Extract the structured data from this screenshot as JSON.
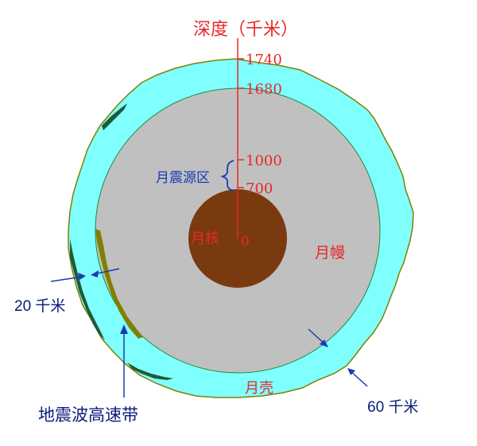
{
  "diagram": {
    "axis_title": "深度（千米）",
    "depth_ticks": [
      "1740",
      "1680",
      "1000",
      "700",
      "0"
    ],
    "labels": {
      "moonquake_source": "月震源区",
      "core": "月核",
      "mantle": "月幔",
      "crust": "月壳",
      "thickness_20": "20 千米",
      "thickness_60": "60 千米",
      "high_velocity_band": "地震波高速带"
    },
    "colors": {
      "crust": "#80ffff",
      "mantle": "#c0c0c0",
      "core": "#7a3a10",
      "highlands": "#1f5a3a",
      "band": "#808000",
      "axis": "#e8282a",
      "annotation_blue": "#1a3ab8",
      "annotation_navy": "#0a1a7a"
    }
  }
}
